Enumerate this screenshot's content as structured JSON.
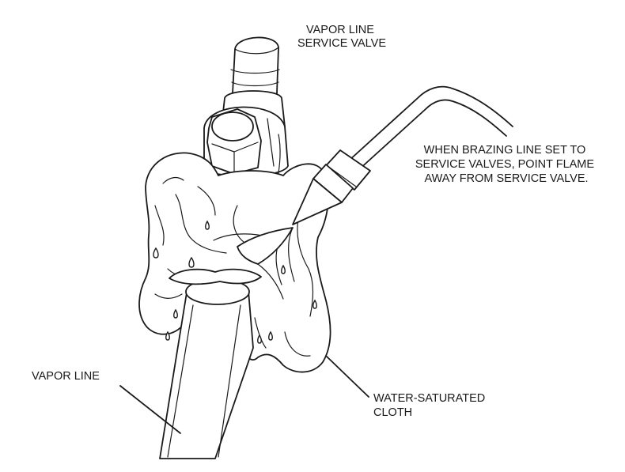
{
  "labels": {
    "vapor_line_service_valve": [
      "VAPOR LINE",
      "SERVICE VALVE"
    ],
    "brazing_note": [
      "WHEN BRAZING LINE SET TO",
      "SERVICE VALVES, POINT FLAME",
      "AWAY FROM SERVICE VALVE."
    ],
    "vapor_line": [
      "VAPOR LINE"
    ],
    "water_saturated_cloth": [
      "WATER-SATURATED",
      "CLOTH"
    ]
  }
}
